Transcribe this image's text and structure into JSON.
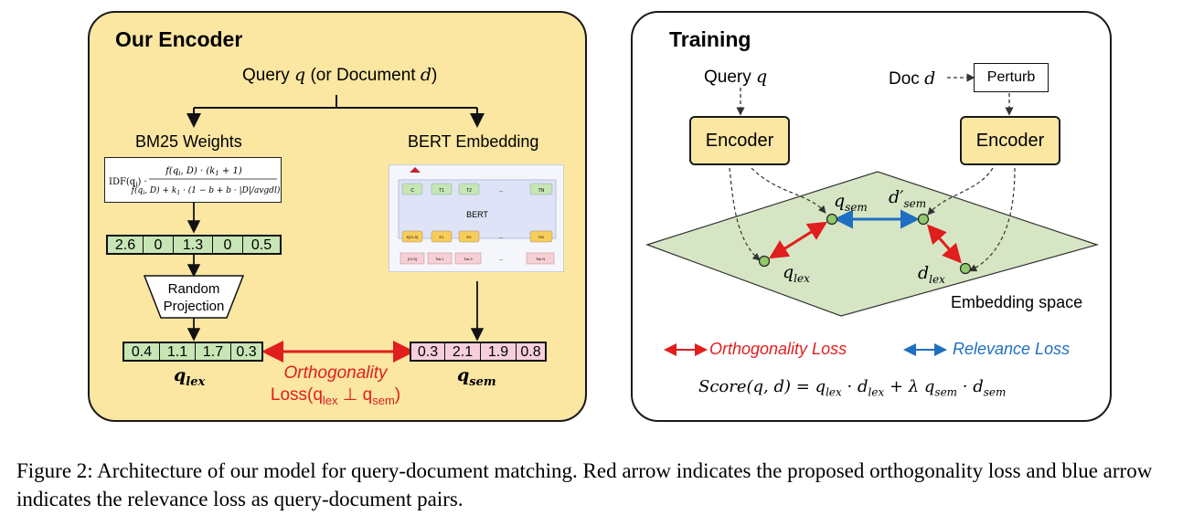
{
  "left_panel": {
    "title": "Our Encoder",
    "input_label_prefix": "Query ",
    "input_q": "q",
    "input_mid": " (or Document ",
    "input_d": "d",
    "input_suffix": ")",
    "bm25_label": "BM25 Weights",
    "bert_label": "BERT Embedding",
    "formula_idf": "IDF(q",
    "formula_num": "f(q, D) · (k + 1)",
    "formula_den": "f(q, D) + k · (1 − b + b · |D| / avgdl)",
    "bm25_vector": [
      "2.6",
      "0",
      "1.3",
      "0",
      "0.5"
    ],
    "projection_label": "Random Projection",
    "projection_line1": "Random",
    "projection_line2": "Projection",
    "q_lex_vector": [
      "0.4",
      "1.1",
      "1.7",
      "0.3"
    ],
    "q_sem_vector": [
      "0.3",
      "2.1",
      "1.9",
      "0.8"
    ],
    "q_lex_label": "q",
    "q_lex_sub": "lex",
    "q_sem_label": "q",
    "q_sem_sub": "sem",
    "ortho_line1": "Orthogonality",
    "ortho_line2_a": "Loss(q",
    "ortho_line2_sub1": "lex",
    "ortho_line2_mid": " ⊥ q",
    "ortho_line2_sub2": "sem",
    "ortho_line2_end": ")",
    "bert_diagram": {
      "title": "BERT",
      "top_tokens": [
        "C",
        "T1",
        "T2",
        "...",
        "TN"
      ],
      "emb_tokens": [
        "E[CLS]",
        "E1",
        "E2",
        "...",
        "EN"
      ],
      "input_tokens": [
        "[CLS]",
        "Tok 1",
        "Tok 2",
        "...",
        "Tok N"
      ]
    }
  },
  "right_panel": {
    "title": "Training",
    "query_prefix": "Query ",
    "query_var": "q",
    "doc_prefix": "Doc ",
    "doc_var": "d",
    "perturb_label": "Perturb",
    "encoder_left": "Encoder",
    "encoder_right": "Encoder",
    "q_sem": "q",
    "q_sem_sub": "sem",
    "d_sem": "d′",
    "d_sem_sub": "sem",
    "q_lex": "q",
    "q_lex_sub": "lex",
    "d_lex": "d",
    "d_lex_sub": "lex",
    "space_label": "Embedding space",
    "legend_ortho": "Orthogonality Loss",
    "legend_rel": "Relevance Loss",
    "score_formula": "Score(q, d) = q",
    "score_parts": [
      "lex",
      " · d",
      "lex",
      " + λ q",
      "sem",
      " · d",
      "sem"
    ]
  },
  "caption": "Figure 2: Architecture of our model for query-document matching. Red arrow indicates the proposed orthogonality loss and blue arrow indicates the relevance loss as query-document pairs.",
  "colors": {
    "panel_fill": "#fbe6a2",
    "vec_green": "#c8e6b5",
    "vec_pink": "#f7cfdc",
    "ortho_red": "#e01e1e",
    "relevance_blue": "#1f6fc0",
    "plane_fill": "#d6e6c4",
    "node_fill": "#8fc96b"
  }
}
